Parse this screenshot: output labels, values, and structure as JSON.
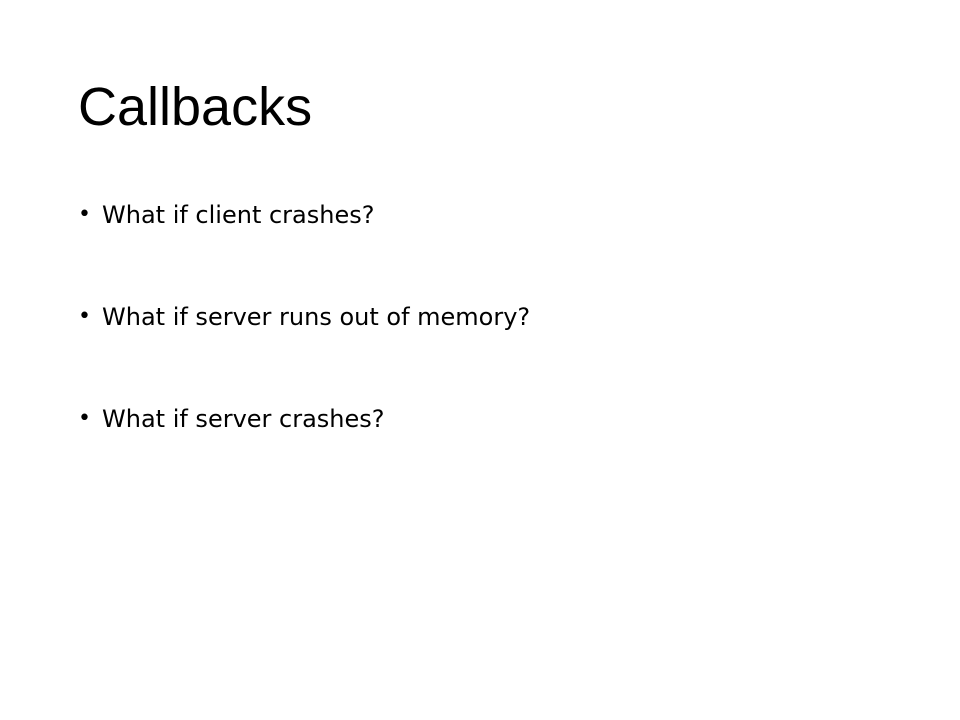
{
  "slide": {
    "title": "Callbacks",
    "bullets": [
      {
        "marker": "•",
        "text": "What if client crashes?"
      },
      {
        "marker": "•",
        "text": "What if server runs out of memory?"
      },
      {
        "marker": "•",
        "text": "What if server crashes?"
      }
    ]
  }
}
